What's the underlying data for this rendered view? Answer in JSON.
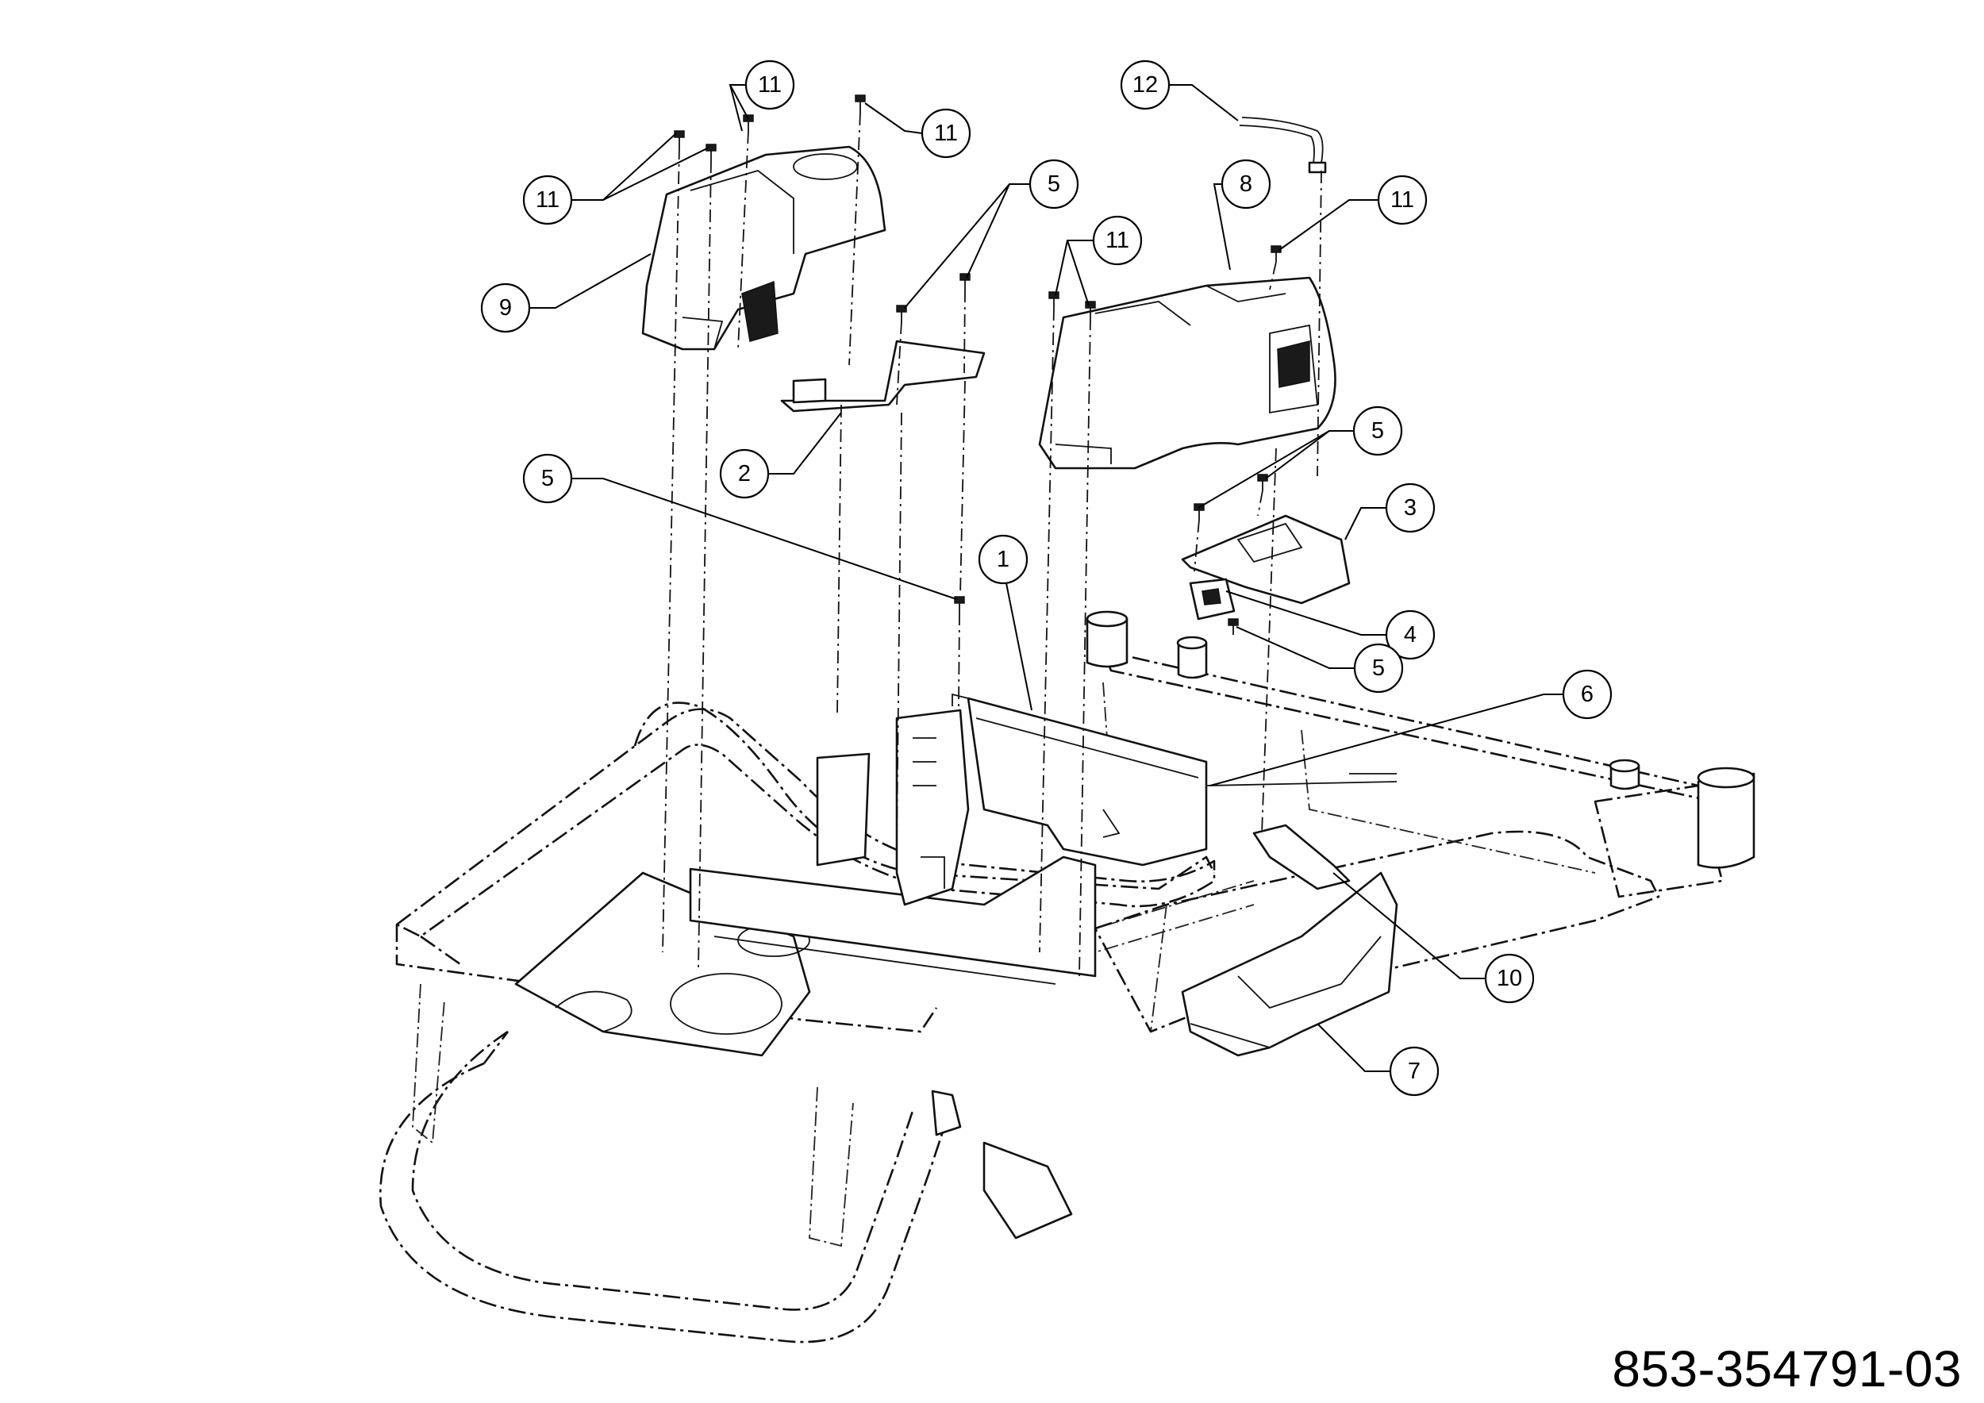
{
  "diagram": {
    "document_number": "853-354791-03",
    "callouts": [
      {
        "id": "c11a",
        "label": "11"
      },
      {
        "id": "c11b",
        "label": "11"
      },
      {
        "id": "c11c",
        "label": "11"
      },
      {
        "id": "c9",
        "label": "9"
      },
      {
        "id": "c5a",
        "label": "5"
      },
      {
        "id": "c2",
        "label": "2"
      },
      {
        "id": "c5b",
        "label": "5"
      },
      {
        "id": "c1",
        "label": "1"
      },
      {
        "id": "c12",
        "label": "12"
      },
      {
        "id": "c8",
        "label": "8"
      },
      {
        "id": "c11d",
        "label": "11"
      },
      {
        "id": "c11e",
        "label": "11"
      },
      {
        "id": "c5c",
        "label": "5"
      },
      {
        "id": "c3",
        "label": "3"
      },
      {
        "id": "c4",
        "label": "4"
      },
      {
        "id": "c5d",
        "label": "5"
      },
      {
        "id": "c6",
        "label": "6"
      },
      {
        "id": "c10",
        "label": "10"
      },
      {
        "id": "c7",
        "label": "7"
      }
    ]
  }
}
